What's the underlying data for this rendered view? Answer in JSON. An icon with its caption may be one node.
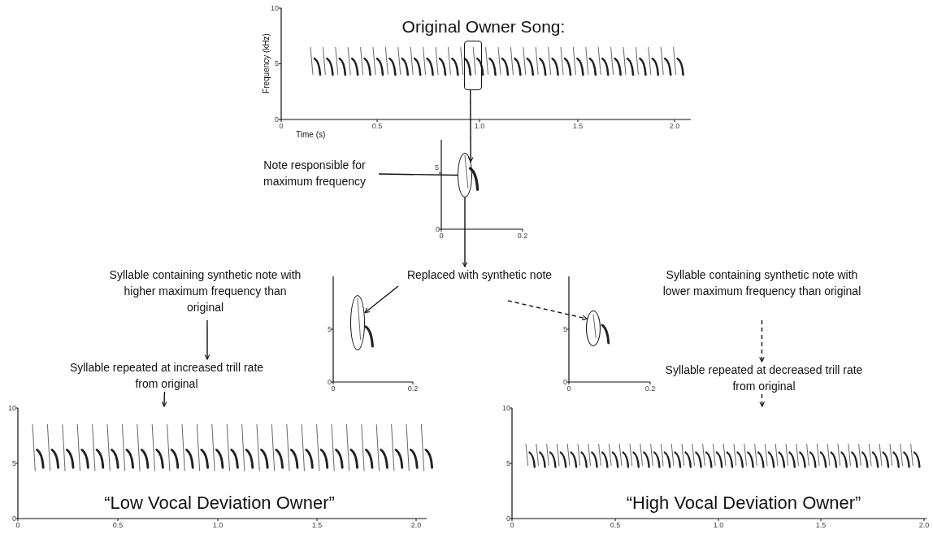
{
  "diagram": {
    "nodes": [
      {
        "text": [
          "Original Owner Song:"
        ]
      },
      {
        "text": [],
        "shape": "box",
        "in": 0
      },
      {
        "text": [],
        "shape": "picture"
      },
      {
        "text": [],
        "shape": "ellipse",
        "in": 2
      },
      {
        "text": [
          "Note responsible for maximum frequency"
        ]
      },
      {
        "text": [
          "Replaced with synthetic note"
        ]
      },
      {
        "text": [],
        "shape": "picture"
      },
      {
        "text": [],
        "shape": "ellipse",
        "in": 6
      },
      {
        "text": [],
        "shape": "picture"
      },
      {
        "text": [],
        "shape": "ellipse",
        "in": 8
      },
      {
        "text": [
          "Syllable containing synthetic note with higher maximum frequency than original"
        ]
      },
      {
        "text": [
          "Syllable repeated at increased trill rate from original"
        ]
      },
      {
        "text": [
          "Syllable containing synthetic note with lower maximum frequency than original"
        ]
      },
      {
        "text": [
          "Syllable repeated at decreased trill rate from original"
        ]
      },
      {
        "text": [
          "“Low Vocal Deviation Owner”"
        ]
      },
      {
        "text": [
          "“High Vocal Deviation Owner”"
        ]
      }
    ],
    "edges": [
      {
        "from": 1,
        "to": 3,
        "arrow": "to"
      },
      {
        "from": 4,
        "to": 3,
        "arrow": "none"
      },
      {
        "from": 3,
        "to": 5,
        "arrow": "to"
      },
      {
        "from": 5,
        "to": 7,
        "arrow": "to"
      },
      {
        "from": 5,
        "to": 9,
        "arrow": "to",
        "style": "dashed"
      },
      {
        "from": 10,
        "to": 11,
        "arrow": "to"
      },
      {
        "from": 11,
        "to": 14,
        "arrow": "to"
      },
      {
        "from": 12,
        "to": 13,
        "arrow": "to",
        "style": "dashed"
      },
      {
        "from": 13,
        "to": 15,
        "arrow": "to",
        "style": "dashed"
      }
    ],
    "labels": [
      "10",
      "5",
      "0",
      "Frequency (kHz)",
      "0",
      "0.5",
      "1.0",
      "1.5",
      "2.0",
      "Time (s)",
      "5",
      "0",
      "0",
      "0.2",
      "5",
      "0",
      "0",
      "0.2",
      "5",
      "0",
      "0",
      "0.2",
      "10",
      "5",
      "0",
      "0",
      "0.5",
      "1.0",
      "1.5",
      "2.0",
      "10",
      "5",
      "0",
      "0",
      "0.5",
      "1.0",
      "1.5",
      "2.0"
    ]
  }
}
